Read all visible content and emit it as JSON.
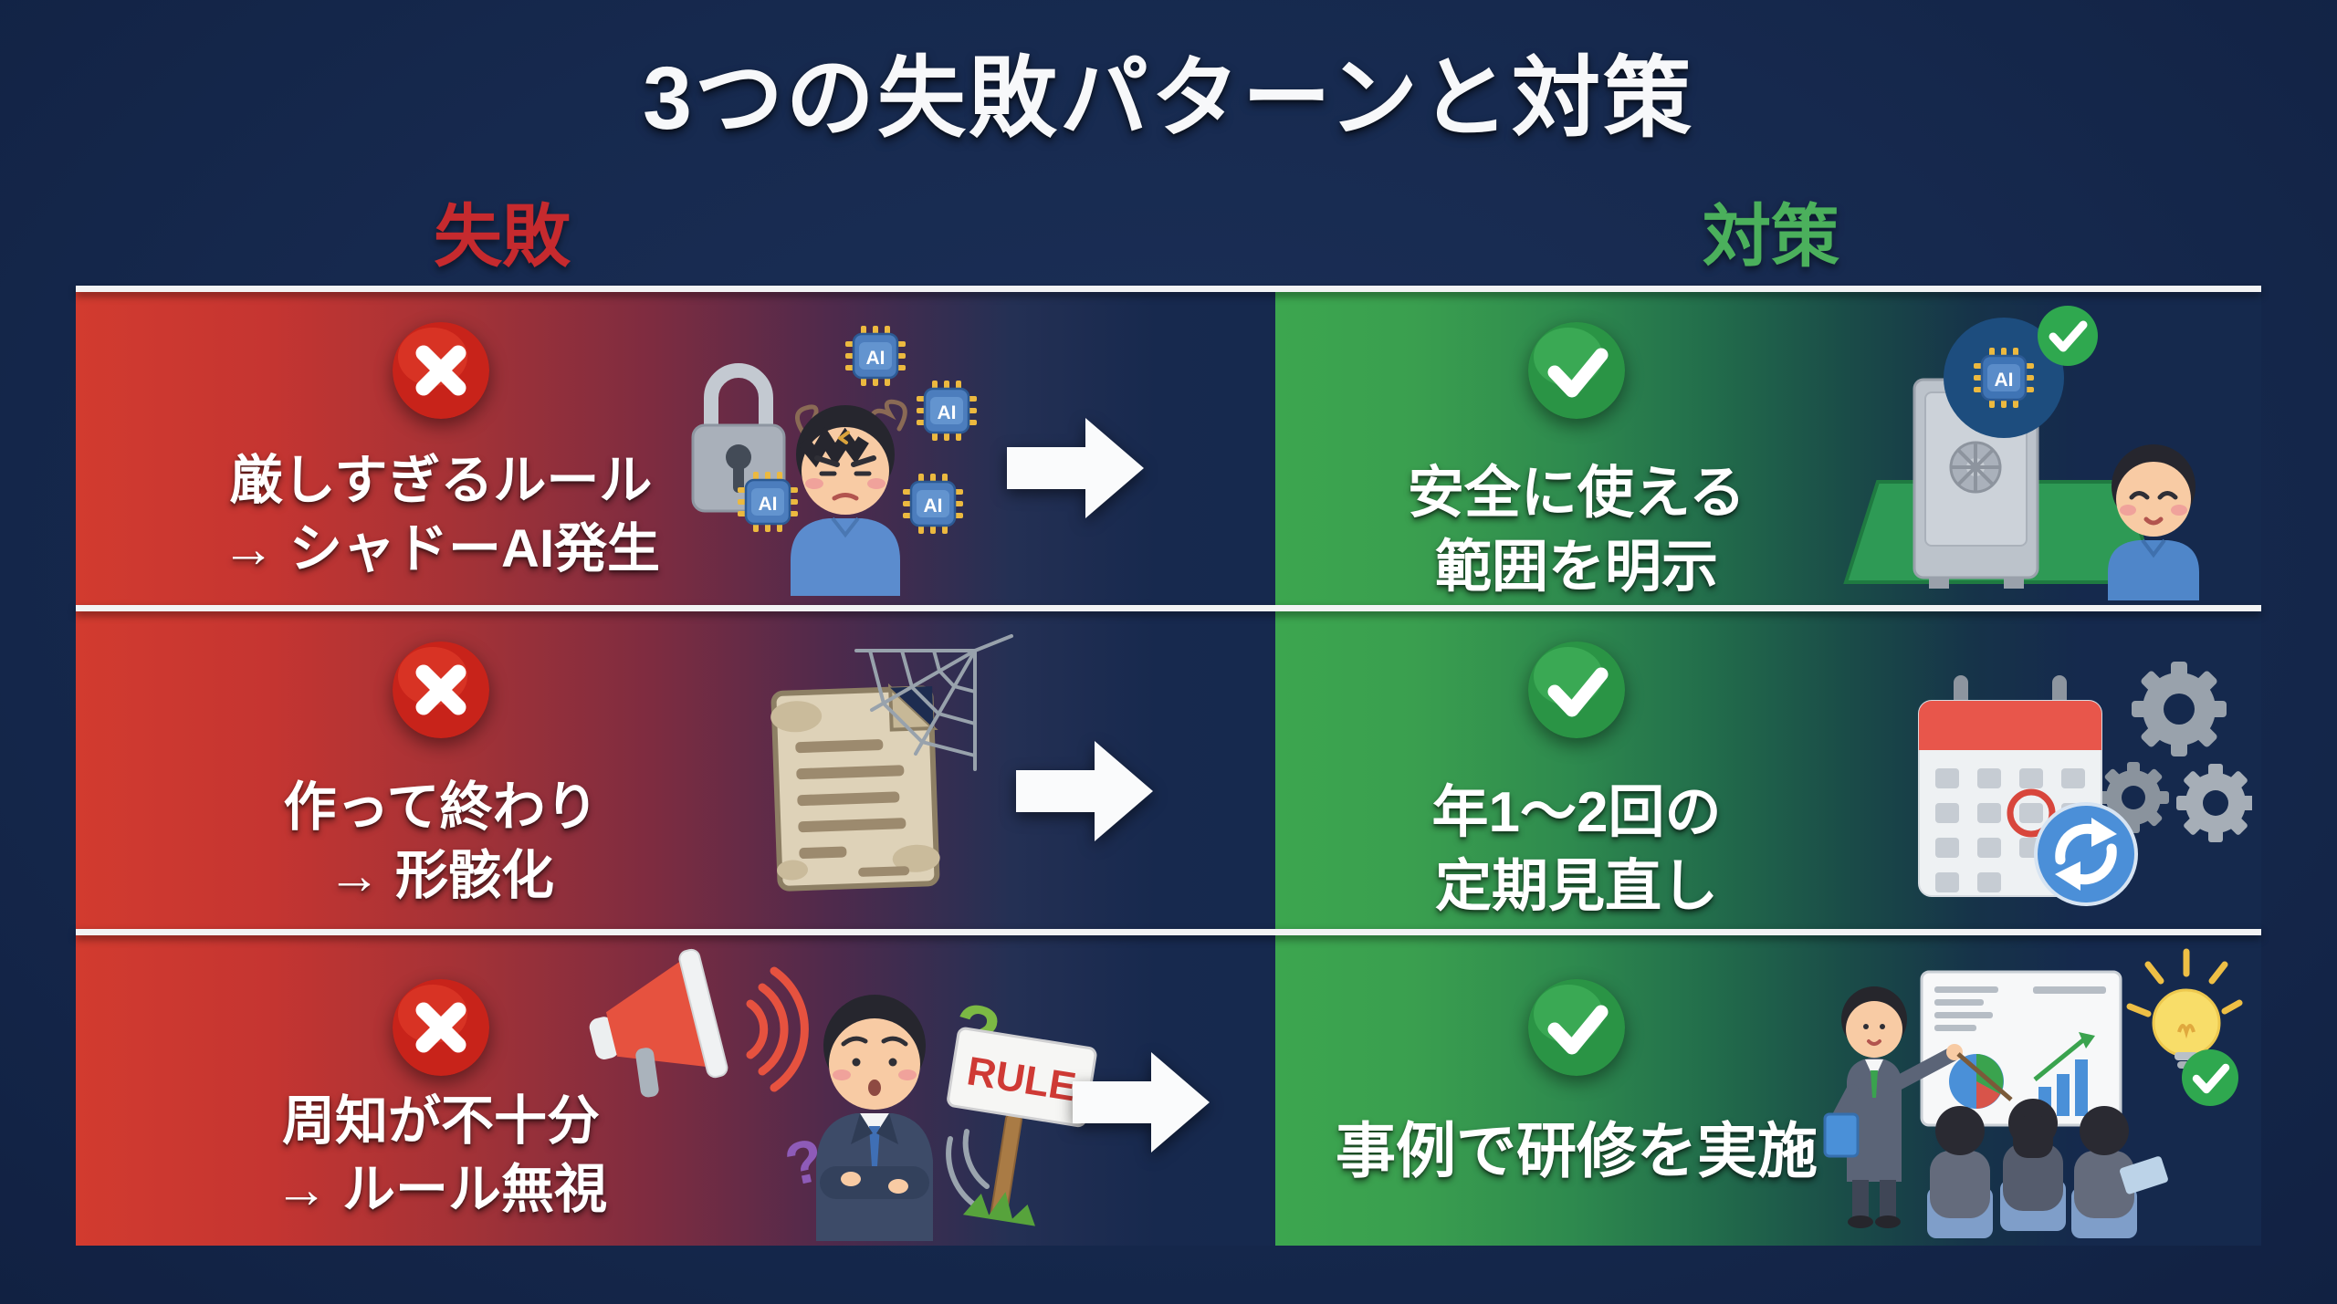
{
  "title": "3つの失敗パターンと対策",
  "columns": {
    "fail": "失敗",
    "counter": "対策"
  },
  "labels": {
    "ai_chip": "AI",
    "question_mark": "?"
  },
  "rows": [
    {
      "fail": {
        "line1": "厳しすぎるルール",
        "line2": "→ シャドーAI発生"
      },
      "ok": {
        "line1": "安全に使える",
        "line2": "範囲を明示"
      }
    },
    {
      "fail": {
        "line1": "作って終わり",
        "line2": "→ 形骸化"
      },
      "ok": {
        "line1": "年1〜2回の",
        "line2": "定期見直し"
      }
    },
    {
      "fail": {
        "line1": "周知が不十分",
        "line2": "→ ルール無視",
        "sign_text": "RULE"
      },
      "ok": {
        "line1": "事例で研修を実施"
      }
    }
  ],
  "icons": {
    "fail_badge": "x-circle",
    "ok_badge": "check-circle",
    "arrow": "block-arrow-right"
  },
  "colors": {
    "background": "#16294e",
    "fail_accent": "#c62a2e",
    "ok_accent": "#4bb05c",
    "fail_panel_start": "#d23b2f",
    "ok_panel_start": "#3ca64f",
    "x_badge": "#d3261b",
    "check_badge": "#2fa84f",
    "divider": "#f2f3f4",
    "text": "#ffffff"
  }
}
